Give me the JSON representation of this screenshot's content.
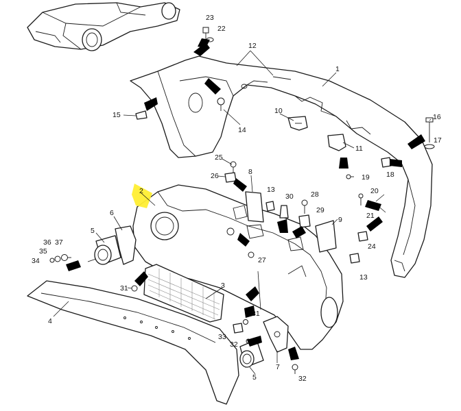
{
  "diagram": {
    "highlight_color": "#ffee33",
    "highlighted_part": "2",
    "arrow_color": "#000000",
    "callouts": [
      {
        "id": "c23",
        "text": "23"
      },
      {
        "id": "c22",
        "text": "22"
      },
      {
        "id": "c12",
        "text": "12"
      },
      {
        "id": "c1",
        "text": "1"
      },
      {
        "id": "c15",
        "text": "15"
      },
      {
        "id": "c14",
        "text": "14"
      },
      {
        "id": "c10",
        "text": "10"
      },
      {
        "id": "c16",
        "text": "16"
      },
      {
        "id": "c17",
        "text": "17"
      },
      {
        "id": "c11",
        "text": "11"
      },
      {
        "id": "c25",
        "text": "25"
      },
      {
        "id": "c8",
        "text": "8"
      },
      {
        "id": "c26",
        "text": "26"
      },
      {
        "id": "c18",
        "text": "18"
      },
      {
        "id": "c19",
        "text": "19"
      },
      {
        "id": "c2",
        "text": "2"
      },
      {
        "id": "c13a",
        "text": "13"
      },
      {
        "id": "c30",
        "text": "30"
      },
      {
        "id": "c28",
        "text": "28"
      },
      {
        "id": "c20",
        "text": "20"
      },
      {
        "id": "c29",
        "text": "29"
      },
      {
        "id": "c21",
        "text": "21"
      },
      {
        "id": "c6",
        "text": "6"
      },
      {
        "id": "c9",
        "text": "9"
      },
      {
        "id": "c5a",
        "text": "5"
      },
      {
        "id": "c36",
        "text": "36"
      },
      {
        "id": "c37",
        "text": "37"
      },
      {
        "id": "c35",
        "text": "35"
      },
      {
        "id": "c34",
        "text": "34"
      },
      {
        "id": "c24",
        "text": "24"
      },
      {
        "id": "c27",
        "text": "27"
      },
      {
        "id": "c13b",
        "text": "13"
      },
      {
        "id": "c3",
        "text": "3"
      },
      {
        "id": "c31a",
        "text": "31"
      },
      {
        "id": "c31b",
        "text": "31"
      },
      {
        "id": "c4",
        "text": "4"
      },
      {
        "id": "c33",
        "text": "33"
      },
      {
        "id": "c32a",
        "text": "32"
      },
      {
        "id": "c7",
        "text": "7"
      },
      {
        "id": "c5b",
        "text": "5"
      },
      {
        "id": "c32b",
        "text": "32"
      }
    ]
  }
}
